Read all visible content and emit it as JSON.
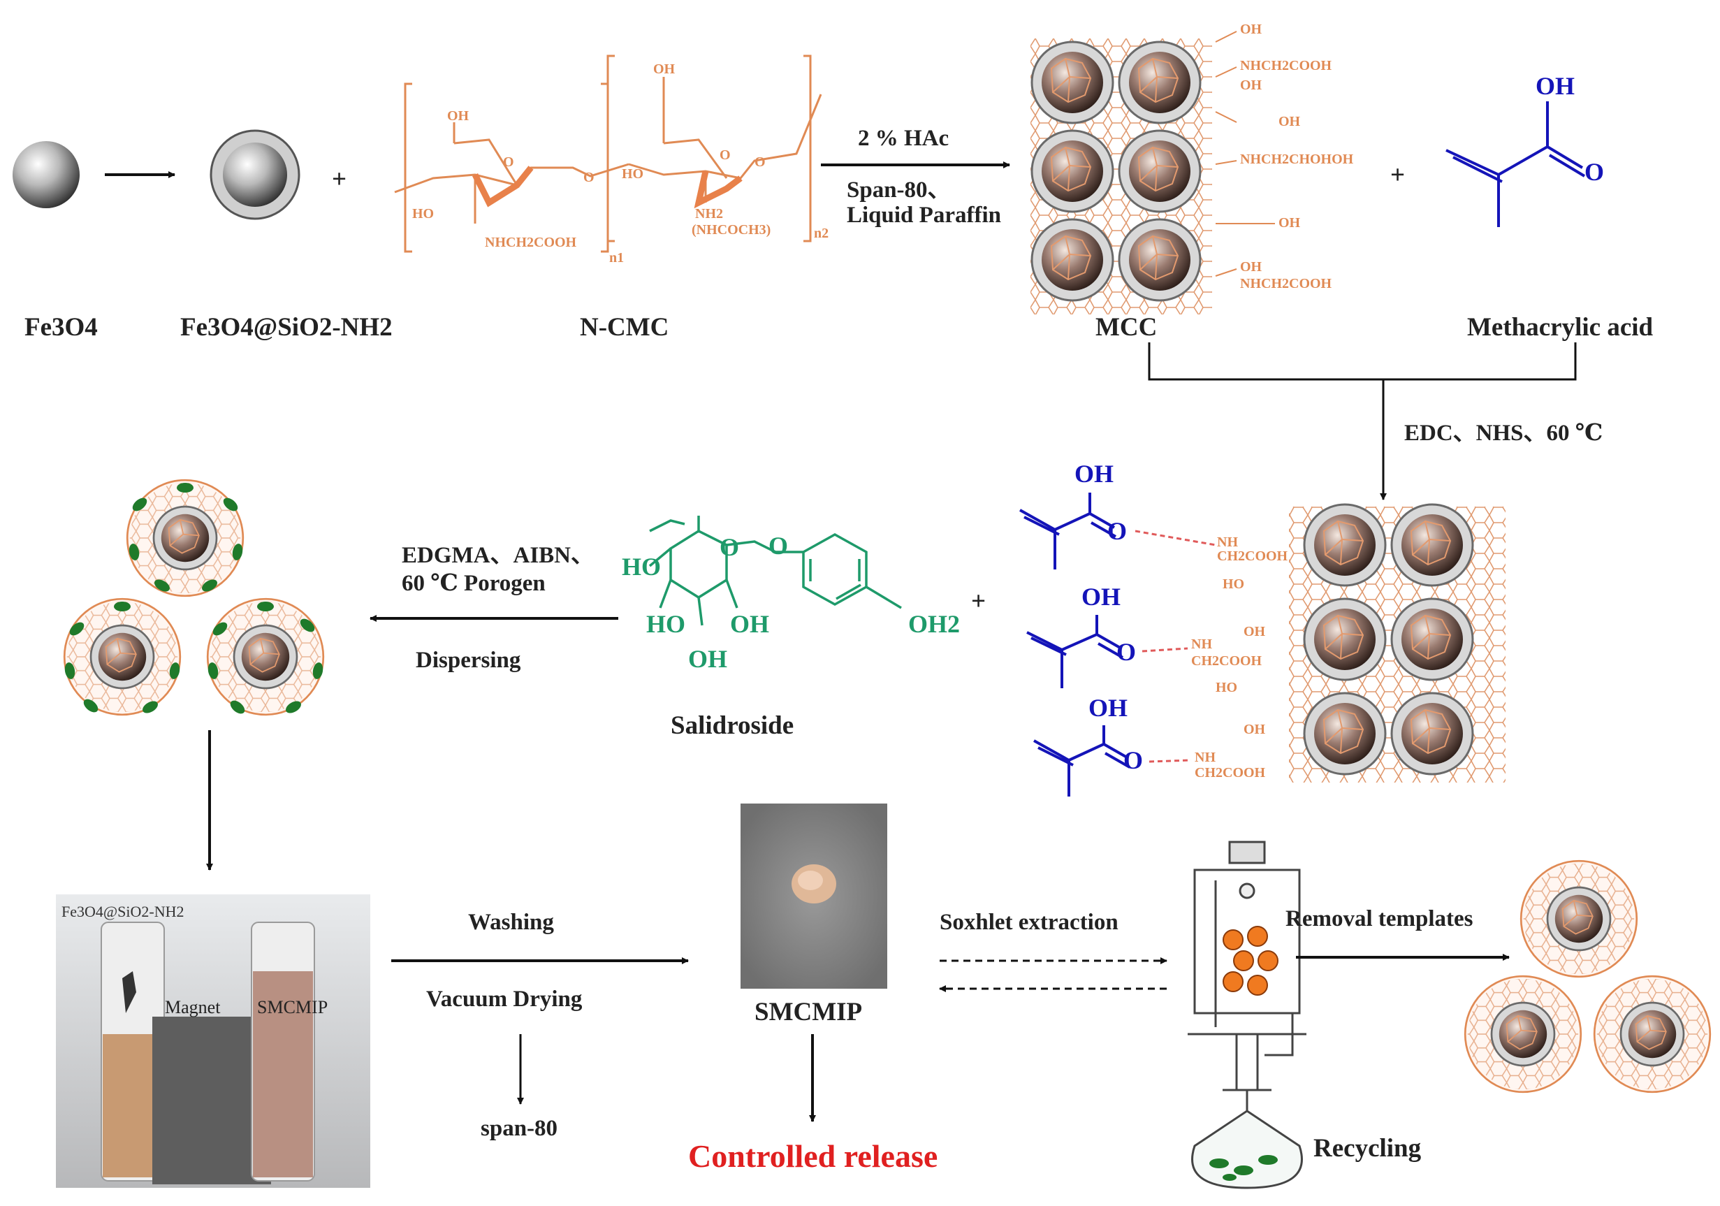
{
  "labels": {
    "fe3o4": "Fe3O4",
    "fe3o4_sio2_nh2": "Fe3O4@SiO2-NH2",
    "ncmc": "N-CMC",
    "mcc": "MCC",
    "methacrylic_acid": "Methacrylic acid",
    "salidroside": "Salidroside",
    "smcmip": "SMCMIP",
    "span80": "span-80",
    "controlled_release": "Controlled release",
    "recycling": "Recycling"
  },
  "conditions": {
    "step1_top": "2 % HAc",
    "step1_bottom_1": "Span-80、",
    "step1_bottom_2": "Liquid Paraffin",
    "step2": "EDC、NHS、60 ℃",
    "step3_top_1": "EDGMA、AIBN、",
    "step3_top_2": "60 ℃ Porogen",
    "step3_bottom": "Dispersing",
    "wash": "Washing",
    "dry": "Vacuum Drying",
    "soxhlet": "Soxhlet extraction",
    "removal": "Removal templates"
  },
  "photo": {
    "tube1": "Fe3O4@SiO2-NH2",
    "magnet": "Magnet",
    "tube2": "SMCMIP"
  },
  "chem": {
    "oh": "OH",
    "o": "O",
    "ho": "HO",
    "oh2": "OH2",
    "nh": "NH",
    "nh2": "NH2",
    "nhch2cooh": "NHCH2COOH",
    "ch2cooh": "CH2COOH",
    "nhch2chohoh": "NHCH2CHOHOH",
    "nhcoch3": "(NHCOCH3)",
    "n1": "n1",
    "n2": "n2",
    "plus": "+"
  },
  "colors": {
    "text": "#222222",
    "orange": "#e08a54",
    "blue": "#1414b8",
    "green": "#1e9a6a",
    "red": "#e02020",
    "hbond": "#e05a5a",
    "dark_green_dot": "#1f7a2a",
    "soxhlet_orange": "#f07a20"
  }
}
